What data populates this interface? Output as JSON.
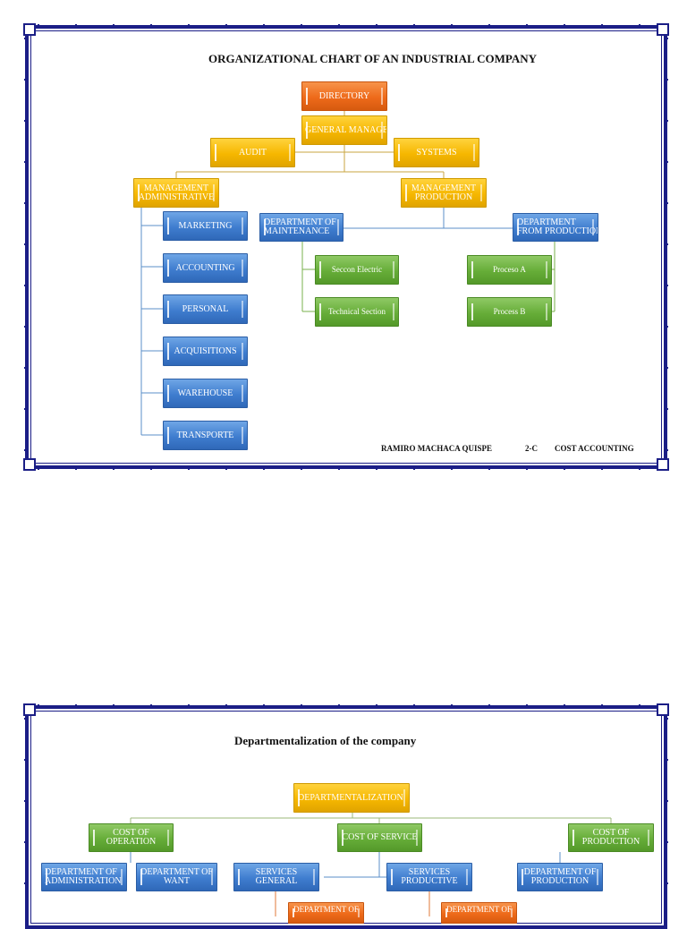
{
  "chart1": {
    "title": "ORGANIZATIONAL CHART OF AN INDUSTRIAL COMPANY",
    "directory": "DIRECTORY",
    "general_manager": "GENERAL MANAGER",
    "audit": "AUDIT",
    "systems": "SYSTEMS",
    "mgmt_admin": [
      "MANAGEMENT",
      "ADMINISTRATIVE"
    ],
    "mgmt_production": [
      "MANAGEMENT",
      "PRODUCTION"
    ],
    "admin_departments": [
      "MARKETING",
      "ACCOUNTING",
      "PERSONAL",
      "ACQUISITIONS",
      "WAREHOUSE",
      "TRANSPORTE"
    ],
    "dept_maintenance": [
      "DEPARTMENT OF",
      "MAINTENANCE"
    ],
    "dept_production": [
      "DEPARTMENT",
      "FROM PRODUCTION"
    ],
    "maintenance_sections": [
      "Seccon Electric",
      "Technical Section"
    ],
    "production_processes": [
      "Proceso A",
      "Process B"
    ],
    "footer": {
      "author": "RAMIRO MACHACA QUISPE",
      "group": "2-C",
      "course": "COST ACCOUNTING"
    }
  },
  "chart2": {
    "title": "Departmentalization of the company",
    "root": "DEPARTMENTALIZATION",
    "cost_operation": [
      "COST OF",
      "OPERATION"
    ],
    "cost_service": "COST OF SERVICE",
    "cost_production": [
      "COST OF",
      "PRODUCTION"
    ],
    "dept_administration": [
      "DEPARTMENT OF",
      "ADMINISTRATION"
    ],
    "dept_want": [
      "DEPARTMENT OF",
      "WANT"
    ],
    "services_general": [
      "SERVICES",
      "GENERAL"
    ],
    "services_productive": [
      "SERVICES",
      "PRODUCTIVE"
    ],
    "dept_production": [
      "DEPARTMENT OF",
      "PRODUCTION"
    ],
    "dept_orange_1": "DEPARTMENT OF",
    "dept_orange_2": "DEPARTMENT OF"
  },
  "colors": {
    "border": "#1b1e86",
    "orange": "#ee6a1a",
    "yellow": "#f6b700",
    "blue": "#3f7dcf",
    "green": "#66ad38"
  }
}
